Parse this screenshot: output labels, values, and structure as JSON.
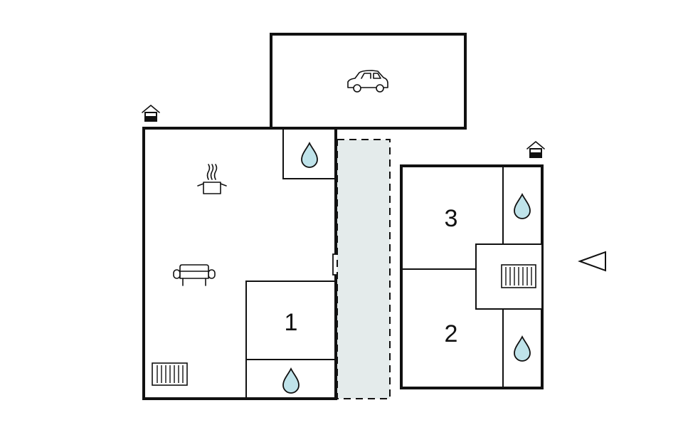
{
  "floorplan": {
    "rooms": [
      {
        "label": "1"
      },
      {
        "label": "2"
      },
      {
        "label": "3"
      }
    ],
    "colors": {
      "wall": "#111111",
      "water_drop": "#bfe3ea",
      "terrace": "#e4ebeb"
    },
    "icons": [
      "car-icon",
      "house-entrance-icon",
      "cooking-pot-icon",
      "sofa-icon",
      "radiator-icon",
      "water-drop-icon",
      "north-arrow-icon"
    ]
  }
}
